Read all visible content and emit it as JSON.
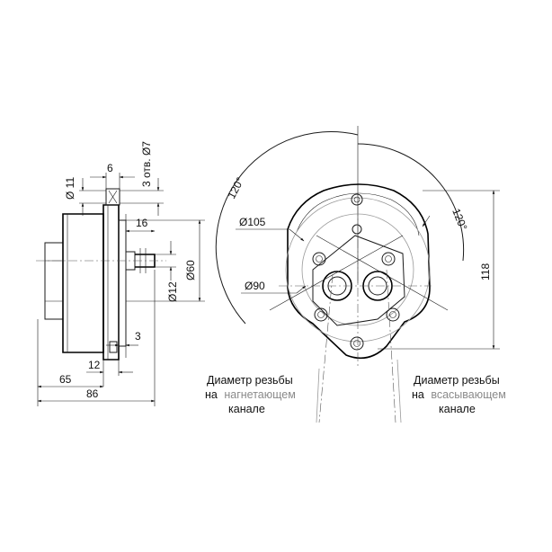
{
  "side_view": {
    "dim_width_total": "86",
    "dim_body": "65",
    "dim_shaft": "12",
    "dim_step": "3",
    "dim_flange": "16",
    "dim_top": "6",
    "dim_holes": "3 отв. Ø7",
    "dim_d11": "Ø 11",
    "dim_d12": "Ø12",
    "dim_d60": "Ø60"
  },
  "front_view": {
    "dim_d105": "Ø105",
    "dim_d90": "Ø90",
    "angle_left": "120°",
    "angle_right": "120°",
    "dim_height": "118"
  },
  "labels": {
    "left": {
      "line1": "Диаметр резьбы",
      "line2_prefix": "на",
      "line2_highlight": "нагнетающем",
      "line3": "канале"
    },
    "right": {
      "line1": "Диаметр резьбы",
      "line2_prefix": "на",
      "line2_highlight": "всасывающем",
      "line3": "канале"
    }
  },
  "colors": {
    "line": "#1a1a1a",
    "highlight_text": "#8a8a8a"
  }
}
